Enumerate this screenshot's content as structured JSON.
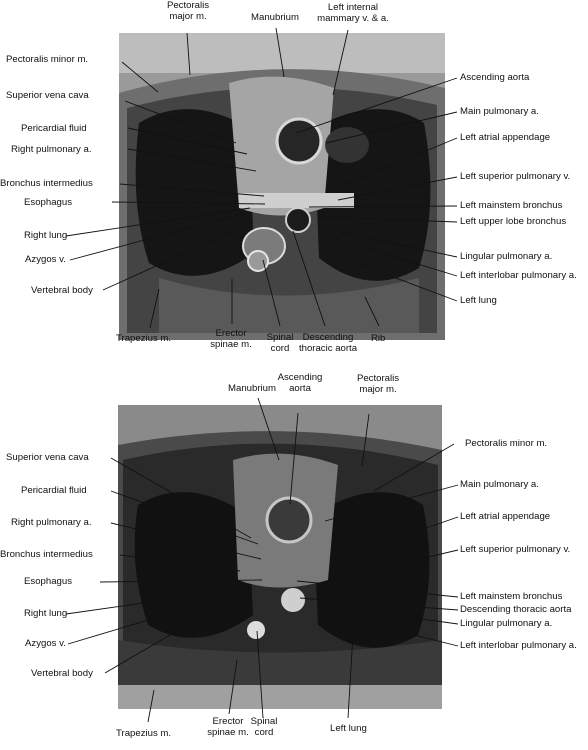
{
  "figure": {
    "top_panel": {
      "labels": {
        "pectoralis_major": [
          "Pectoralis",
          "major m."
        ],
        "manubrium": "Manubrium",
        "left_internal_mammary": [
          "Left internal",
          "mammary v. & a."
        ],
        "pectoralis_minor": "Pectoralis minor m.",
        "superior_vena_cava": "Superior vena cava",
        "pericardial_fluid": "Pericardial fluid",
        "right_pulmonary_a": "Right pulmonary a.",
        "bronchus_intermedius": "Bronchus intermedius",
        "esophagus": "Esophagus",
        "right_lung": "Right lung",
        "azygos_v": "Azygos v.",
        "vertebral_body": "Vertebral body",
        "ascending_aorta": "Ascending aorta",
        "main_pulmonary_a": "Main pulmonary a.",
        "left_atrial_appendage": "Left atrial appendage",
        "left_superior_pulmonary_v": "Left superior pulmonary v.",
        "left_mainstem_bronchus": "Left mainstem bronchus",
        "left_upper_lobe_bronchus": "Left upper lobe bronchus",
        "lingular_pulmonary_a": "Lingular pulmonary a.",
        "left_interlobar_pulmonary_a": "Left interlobar pulmonary a.",
        "left_lung": "Left lung",
        "trapezius": "Trapezius m.",
        "erector_spinae": [
          "Erector",
          "spinae m."
        ],
        "spinal_cord": [
          "Spinal",
          "cord"
        ],
        "descending_thoracic_aorta": [
          "Descending",
          "thoracic aorta"
        ],
        "rib": "Rib"
      }
    },
    "bottom_panel": {
      "labels": {
        "manubrium": "Manubrium",
        "ascending_aorta": [
          "Ascending",
          "aorta"
        ],
        "pectoralis_major": [
          "Pectoralis",
          "major m."
        ],
        "pectoralis_minor": "Pectoralis minor m.",
        "superior_vena_cava": "Superior vena cava",
        "pericardial_fluid": "Pericardial fluid",
        "right_pulmonary_a": "Right pulmonary a.",
        "bronchus_intermedius": "Bronchus intermedius",
        "esophagus": "Esophagus",
        "right_lung": "Right lung",
        "azygos_v": "Azygos v.",
        "vertebral_body": "Vertebral body",
        "main_pulmonary_a": "Main pulmonary a.",
        "left_atrial_appendage": "Left atrial appendage",
        "left_superior_pulmonary_v": "Left superior pulmonary v.",
        "left_mainstem_bronchus": "Left mainstem bronchus",
        "descending_thoracic_aorta": "Descending thoracic aorta",
        "lingular_pulmonary_a": "Lingular pulmonary a.",
        "left_interlobar_pulmonary_a": "Left interlobar pulmonary a.",
        "trapezius": "Trapezius m.",
        "erector_spinae": [
          "Erector",
          "spinae m."
        ],
        "spinal_cord": [
          "Spinal",
          "cord"
        ],
        "left_lung": "Left lung"
      }
    }
  }
}
